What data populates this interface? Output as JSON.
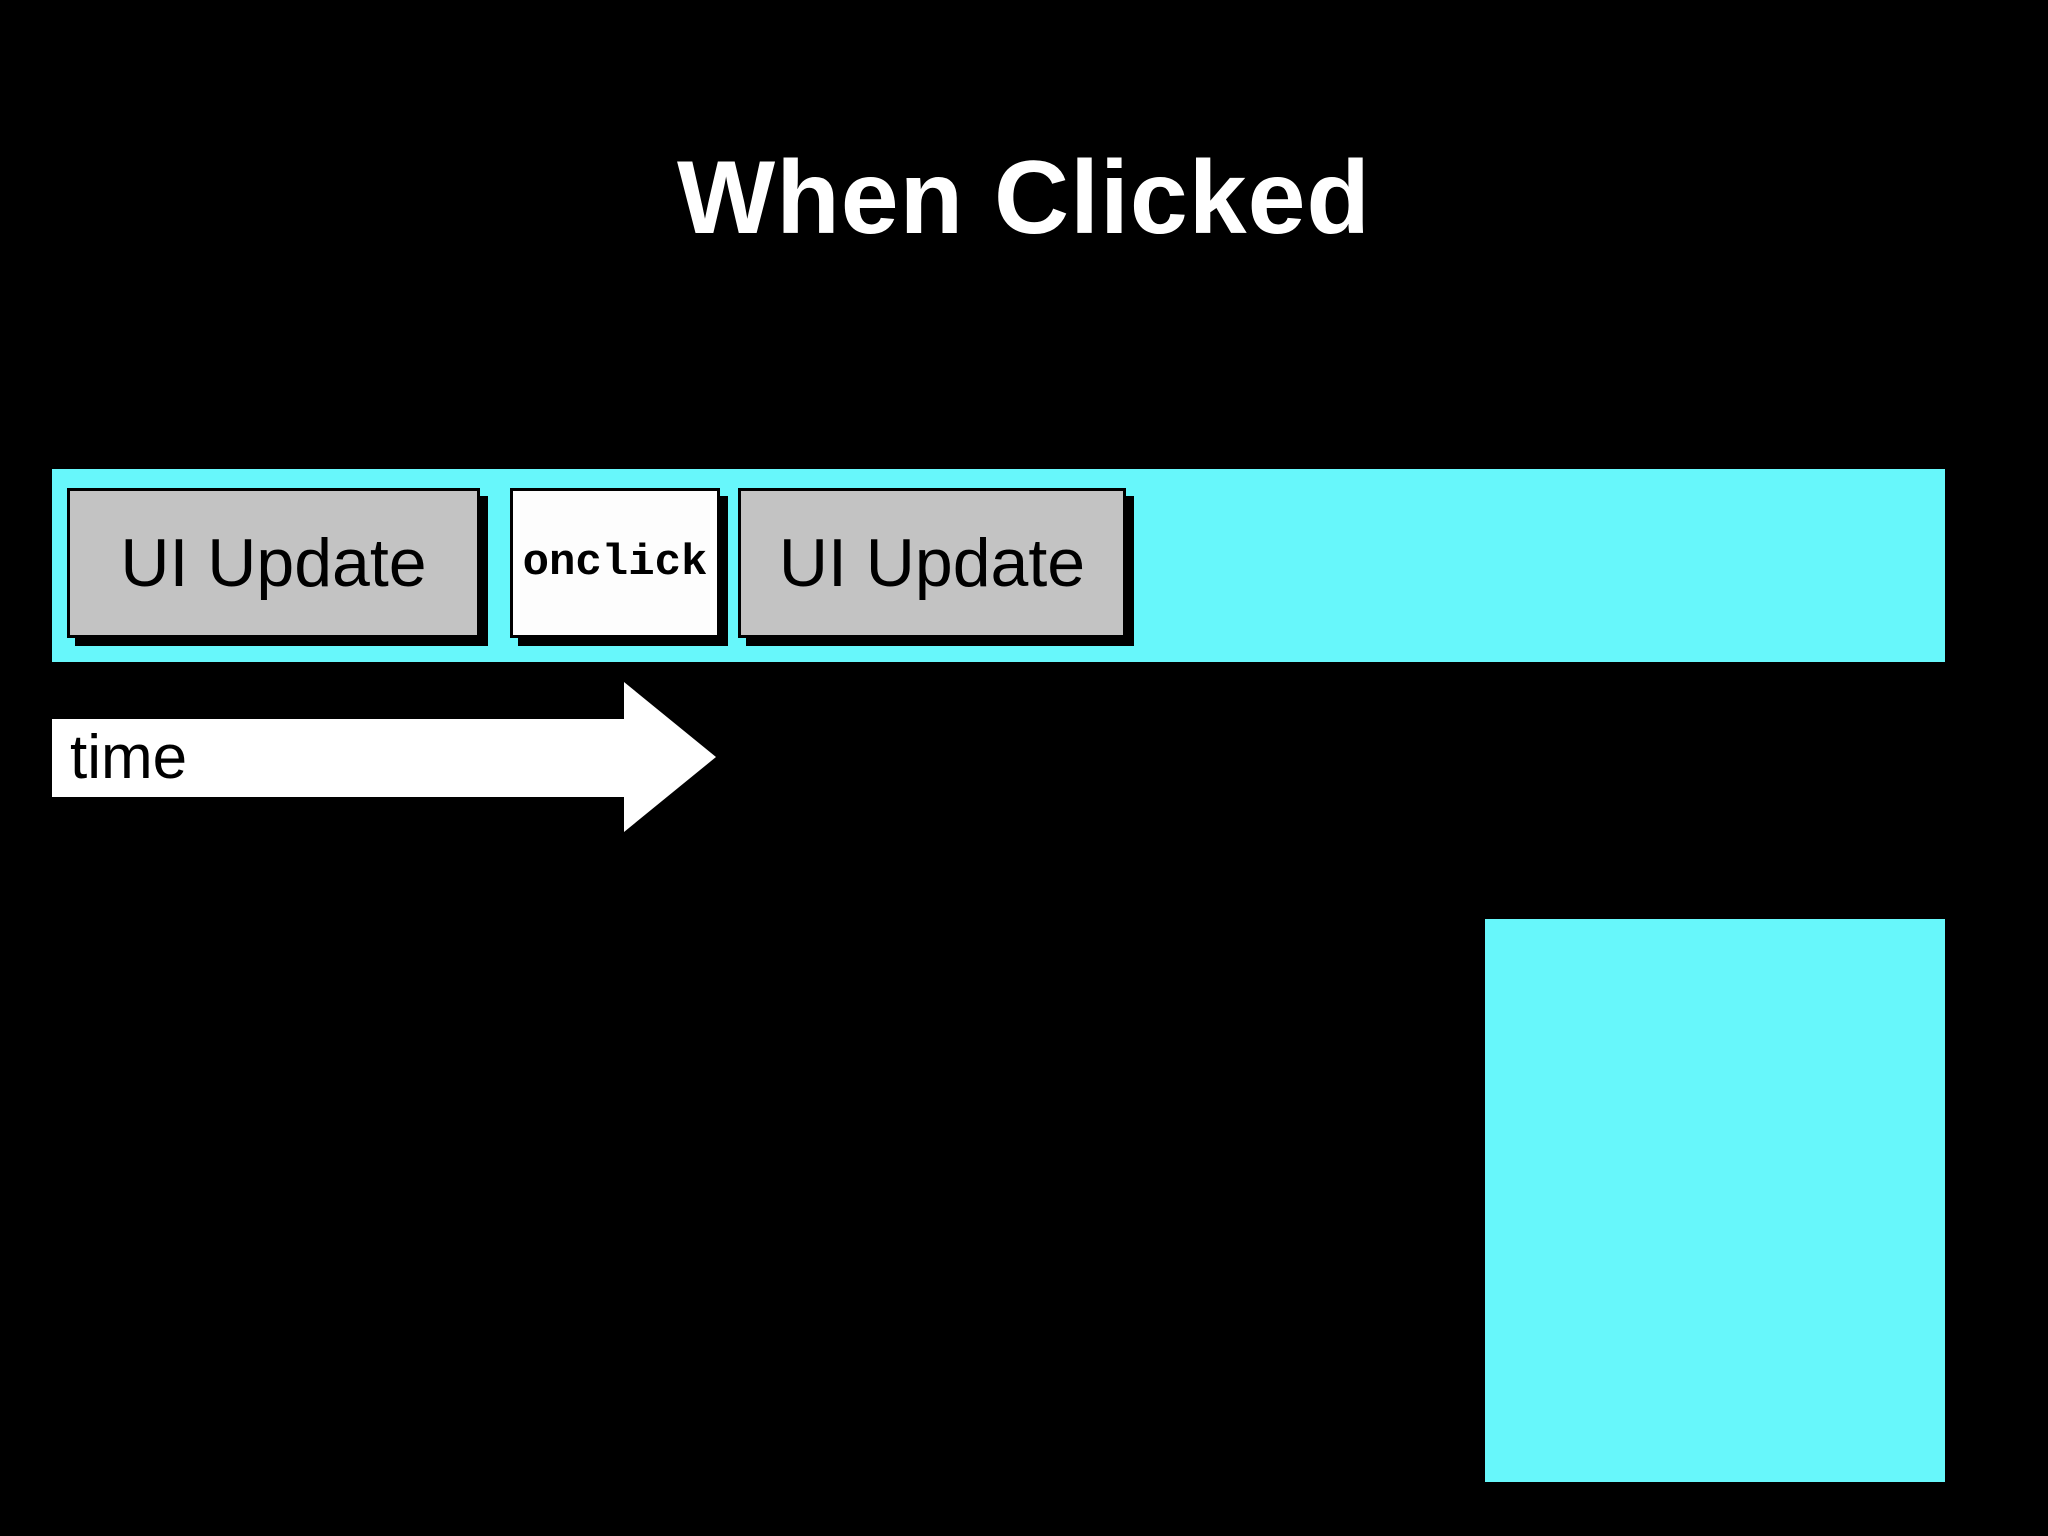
{
  "slide": {
    "title": "When Clicked",
    "background_color": "#000000",
    "title_color": "#ffffff"
  },
  "timeline": {
    "bar_color": "#67f7fb",
    "segments": [
      {
        "label": "UI Update",
        "kind": "ui-update",
        "bg": "#c3c3c3"
      },
      {
        "label": "onclick",
        "kind": "event-handler",
        "bg": "#ffffff"
      },
      {
        "label": "UI Update",
        "kind": "ui-update",
        "bg": "#c3c3c3"
      }
    ]
  },
  "time_axis": {
    "label": "time",
    "arrow_icon": "right-arrow-icon",
    "arrow_color": "#ffffff"
  },
  "future_block": {
    "color": "#67f7fb"
  }
}
